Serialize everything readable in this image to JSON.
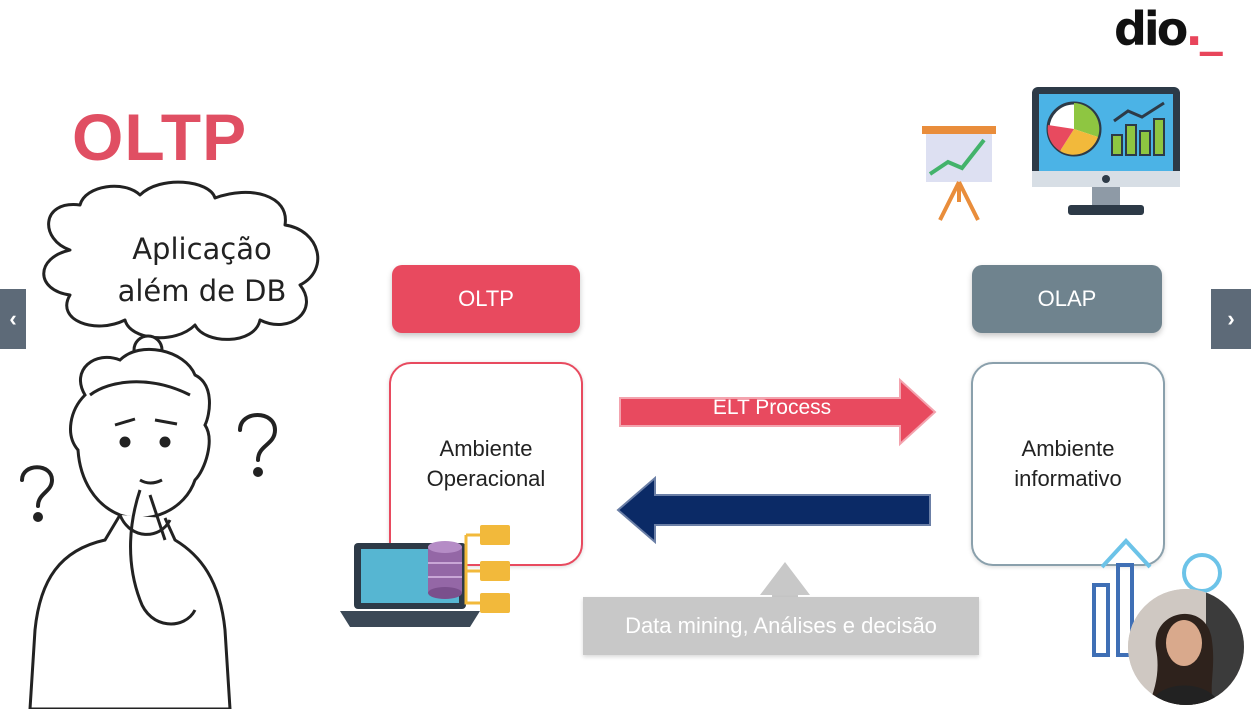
{
  "logo": {
    "text": "dio",
    "dot": "._"
  },
  "slide": {
    "title": "OLTP",
    "thought_line1": "Aplicação",
    "thought_line2": "além de DB",
    "oltp_label": "OLTP",
    "olap_label": "OLAP",
    "oltp_box_line1": "Ambiente",
    "oltp_box_line2": "Operacional",
    "olap_box_line1": "Ambiente",
    "olap_box_line2": "informativo",
    "elt_label": "ELT Process",
    "data_mining_label": "Data mining, Análises e decisão"
  },
  "nav": {
    "prev_icon": "‹",
    "next_icon": "›"
  },
  "colors": {
    "accent": "#e84a5f",
    "olap": "#6f838e",
    "navy": "#0b2a66",
    "gray": "#c8c8c8",
    "nav": "#5d6a78"
  }
}
